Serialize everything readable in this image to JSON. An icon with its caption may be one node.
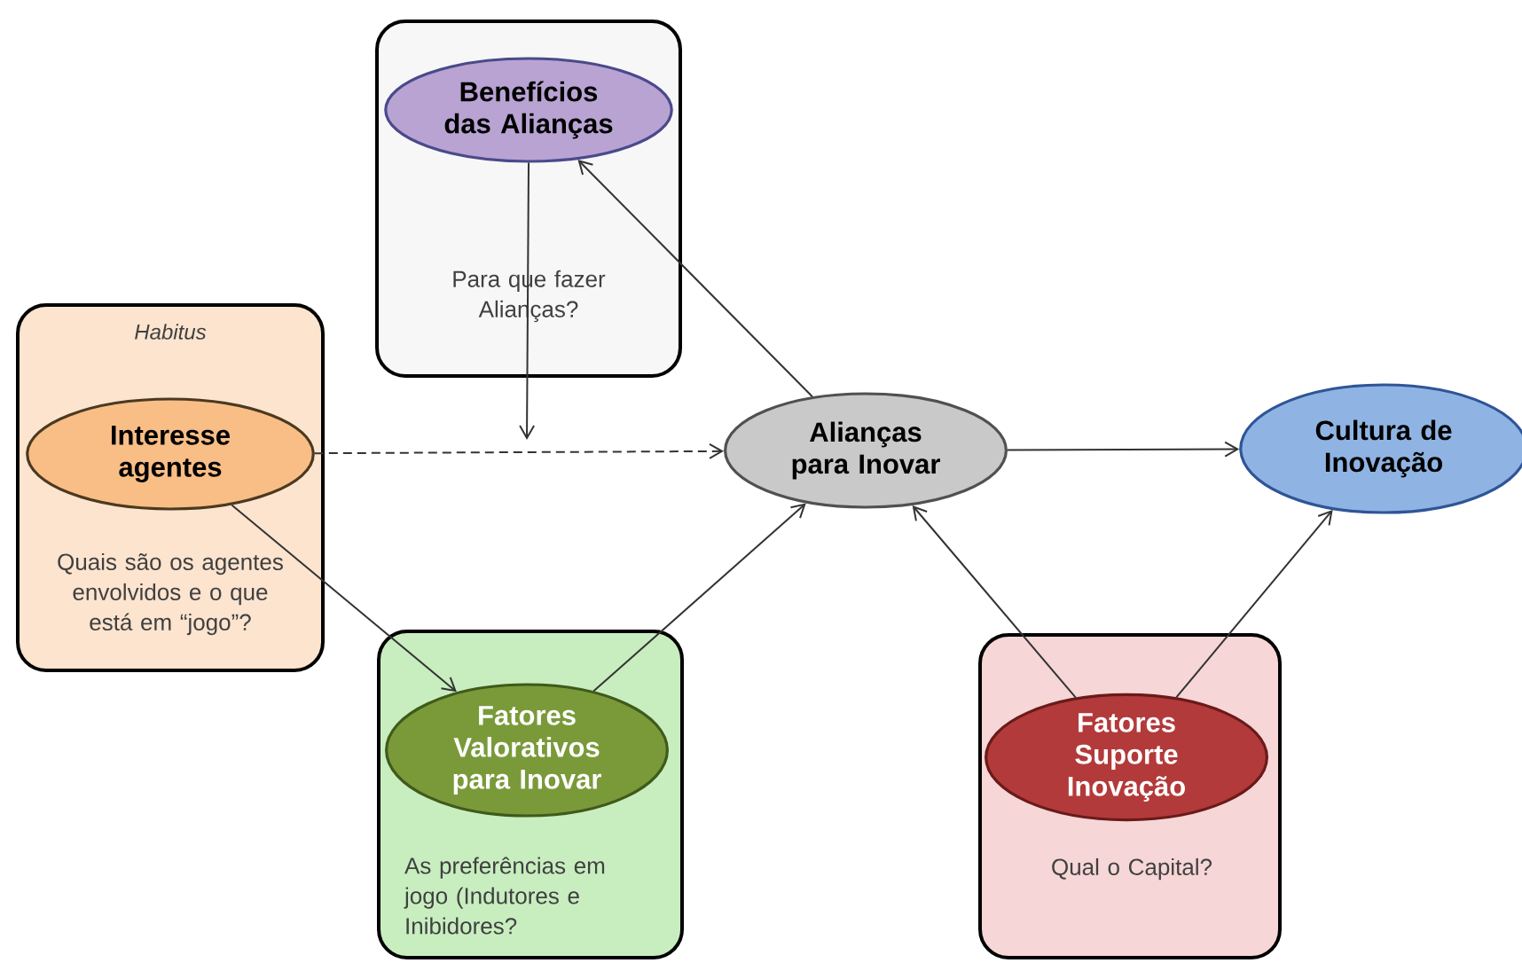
{
  "diagram": {
    "nodes": [
      {
        "text": [
          "Para que fazer Alianças?"
        ]
      },
      {
        "text": [
          "Benefícios das Alianças"
        ],
        "in": 0
      },
      {
        "text": [
          "Habitus",
          "Quais são os agentes envolvidos e o que está em “jogo”?"
        ]
      },
      {
        "text": [
          "Interesse agentes"
        ],
        "in": 2
      },
      {
        "text": [
          "Alianças para Inovar"
        ]
      },
      {
        "text": [
          "Cultura de Inovação"
        ]
      },
      {
        "text": [
          "As preferências em jogo (Indutores e Inibidores?"
        ]
      },
      {
        "text": [
          "Fatores Valorativos para Inovar"
        ],
        "in": 6
      },
      {
        "text": [
          "Qual o Capital?"
        ]
      },
      {
        "text": [
          "Fatores Suporte Inovação"
        ],
        "in": 8
      }
    ],
    "edges": [
      {
        "from": 4,
        "to": 1,
        "arrow": "to"
      },
      {
        "from": 1,
        "to": null,
        "arrow": "to"
      },
      {
        "from": 3,
        "to": 4,
        "arrow": "to",
        "style": "dashed"
      },
      {
        "from": 4,
        "to": 5,
        "arrow": "to"
      },
      {
        "from": 3,
        "to": 7,
        "arrow": "to"
      },
      {
        "from": 7,
        "to": 4,
        "arrow": "to"
      },
      {
        "from": 9,
        "to": 4,
        "arrow": "to"
      },
      {
        "from": 9,
        "to": 5,
        "arrow": "to"
      }
    ]
  }
}
